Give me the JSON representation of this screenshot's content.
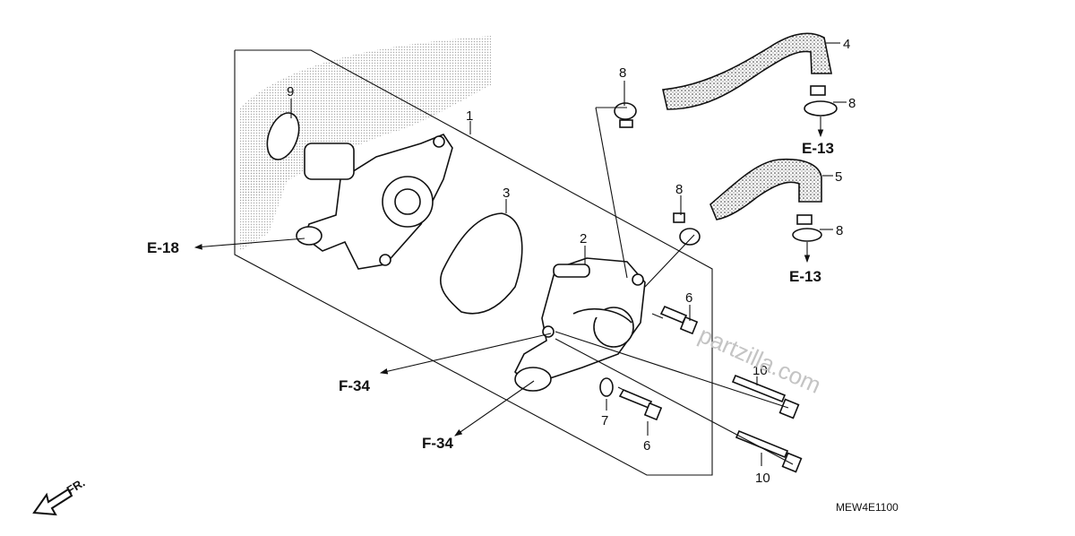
{
  "callouts": {
    "c1": "1",
    "c2": "2",
    "c3": "3",
    "c4": "4",
    "c5": "5",
    "c6a": "6",
    "c6b": "6",
    "c7": "7",
    "c8a": "8",
    "c8b": "8",
    "c8c": "8",
    "c8d": "8",
    "c9": "9",
    "c10a": "10",
    "c10b": "10"
  },
  "refs": {
    "e18": "E-18",
    "e13a": "E-13",
    "e13b": "E-13",
    "f34a": "F-34",
    "f34b": "F-34"
  },
  "front_label": "FR.",
  "diagram_code": "MEW4E1100",
  "watermark": "partzilla.com"
}
